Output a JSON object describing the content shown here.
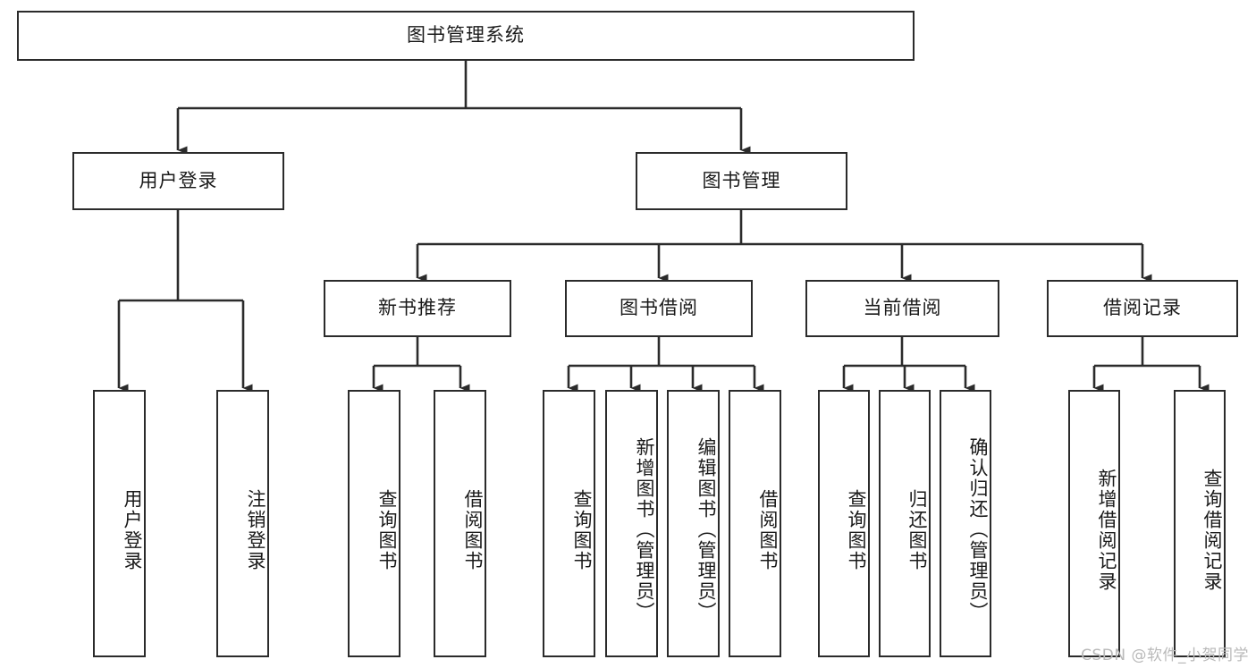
{
  "diagram": {
    "title": "图书管理系统",
    "type": "hierarchy-tree",
    "watermark": "CSDN @软件_小贺同学",
    "root": {
      "label": "图书管理系统"
    },
    "level2": [
      {
        "label": "用户登录"
      },
      {
        "label": "图书管理"
      }
    ],
    "level3": [
      {
        "label": "新书推荐"
      },
      {
        "label": "图书借阅"
      },
      {
        "label": "当前借阅"
      },
      {
        "label": "借阅记录"
      }
    ],
    "leaves": {
      "user_login": [
        {
          "label": "用户登录"
        },
        {
          "label": "注销登录"
        }
      ],
      "new_book_recommend": [
        {
          "label": "查询图书"
        },
        {
          "label": "借阅图书"
        }
      ],
      "book_borrow": [
        {
          "label": "查询图书"
        },
        {
          "label": "新增图书（管理员）"
        },
        {
          "label": "编辑图书（管理员）"
        },
        {
          "label": "借阅图书"
        }
      ],
      "current_borrow": [
        {
          "label": "查询图书"
        },
        {
          "label": "归还图书"
        },
        {
          "label": "确认归还（管理员）"
        }
      ],
      "borrow_record": [
        {
          "label": "新增借阅记录"
        },
        {
          "label": "查询借阅记录"
        }
      ]
    },
    "colors": {
      "stroke": "#2b2b2b",
      "fill": "#ffffff",
      "text": "#1a1a1a",
      "watermark": "#b9b9b9"
    }
  }
}
